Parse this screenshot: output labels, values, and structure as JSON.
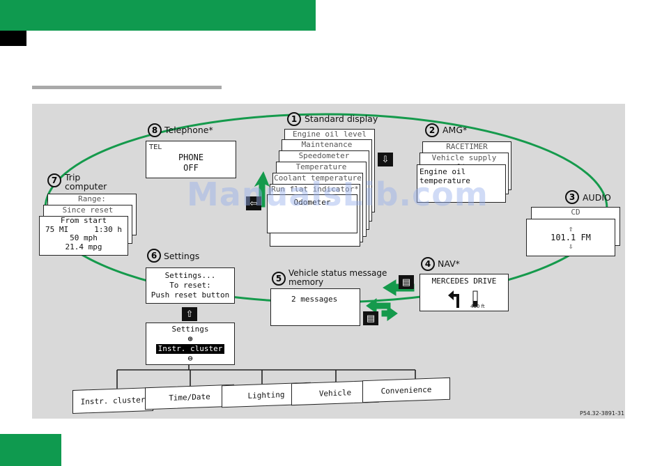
{
  "colors": {
    "accent": "#0f9a4f",
    "ring": "#159a4c",
    "panel": "#d9d9d9"
  },
  "telephone": {
    "title": "Telephone*",
    "num": "8",
    "tel": "TEL",
    "line1": "PHONE",
    "line2": "OFF"
  },
  "standard": {
    "title": "Standard display",
    "num": "1",
    "stack": [
      "Engine oil level",
      "Maintenance",
      "Speedometer",
      "Temperature",
      "Coolant temperature",
      "Run flat indicator*"
    ],
    "front": "Odometer"
  },
  "amg": {
    "title": "AMG*",
    "num": "2",
    "stack": [
      "RACETIMER",
      "Vehicle supply voltage"
    ],
    "front": "Engine oil temperature"
  },
  "audio": {
    "title": "AUDIO",
    "num": "3",
    "back": "CD",
    "station": "101.1 FM"
  },
  "nav": {
    "title": "NAV*",
    "num": "4",
    "street": "MERCEDES DRIVE",
    "distance": "400 ft"
  },
  "vehicle_status": {
    "title_line1": "Vehicle status message",
    "title_line2": "memory",
    "num": "5",
    "text": "2 messages"
  },
  "settings": {
    "title": "Settings",
    "num": "6",
    "line1": "Settings...",
    "line2": "To reset:",
    "line3": "Push reset button",
    "sub_title": "Settings",
    "sub_selected": "Instr. cluster",
    "submenus": [
      "Instr. cluster",
      "Time/Date",
      "Lighting",
      "Vehicle",
      "Convenience"
    ]
  },
  "trip": {
    "title_line1": "Trip",
    "title_line2": "computer",
    "num": "7",
    "back1": "Range:",
    "back2": "Since reset",
    "line1": "From start",
    "line2a": "75 MI",
    "line2b": "1:30 h",
    "line3": "50 mph",
    "line4": "21.4 mpg"
  },
  "figure_code": "P54.32-3891-31",
  "watermark": "ManualsLib.com",
  "icons": [
    "up-arrow-icon",
    "down-arrow-icon",
    "left-arrow-icon",
    "right-arrow-icon",
    "display-icon",
    "plus-icon",
    "minus-icon"
  ]
}
